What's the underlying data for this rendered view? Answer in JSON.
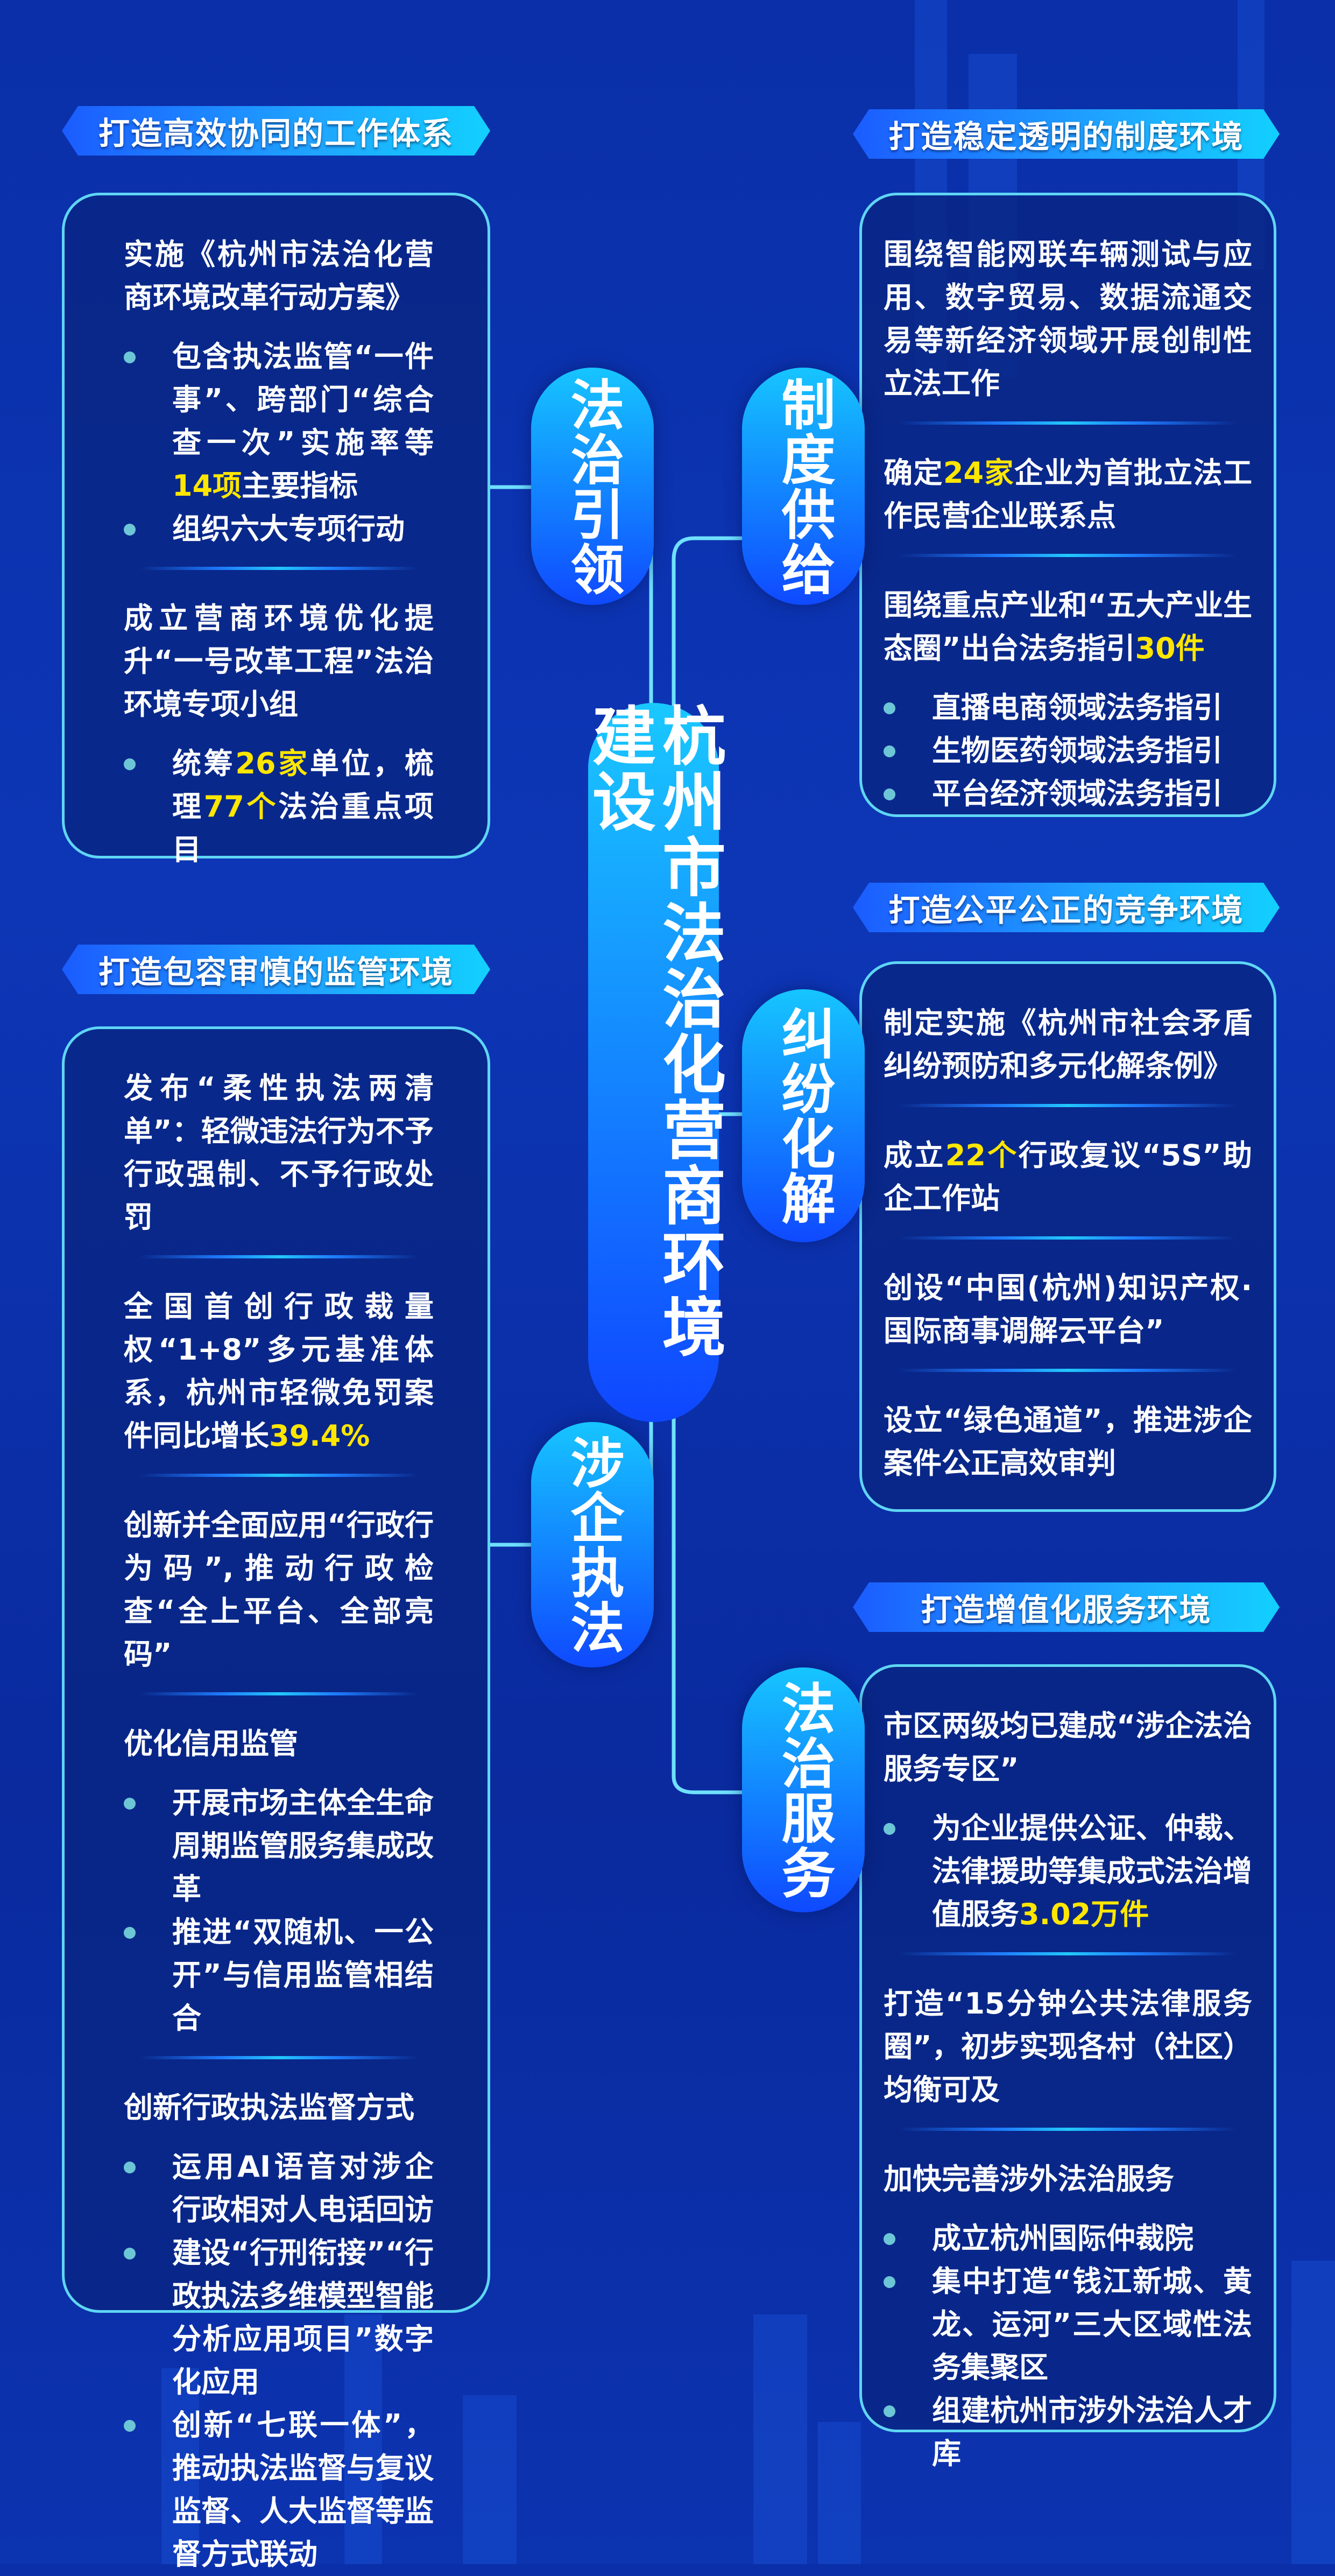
{
  "center_title": "杭州市法治化营商环境建设",
  "pills": {
    "fazhi_yinling": "法治引领",
    "zhidu_gonggei": "制度供给",
    "jiufen_huajie": "纠纷化解",
    "sheqi_zhifa": "涉企执法",
    "fazhi_fuwu": "法治服务"
  },
  "sections": {
    "left_top": {
      "heading": "打造高效协同的工作体系",
      "blocks": [
        {
          "type": "p",
          "segs": [
            {
              "t": "实施《杭州市法治化营商环境改革行动方案》"
            }
          ]
        },
        {
          "type": "ul",
          "items": [
            [
              {
                "t": "包含执法监管“一件事”、跨部门“综合查一次”实施率等"
              },
              {
                "t": "14项",
                "hl": true
              },
              {
                "t": "主要指标"
              }
            ],
            [
              {
                "t": "组织六大专项行动"
              }
            ]
          ]
        },
        {
          "type": "div"
        },
        {
          "type": "p",
          "segs": [
            {
              "t": "成立营商环境优化提升“一号改革工程”法治环境专项小组"
            }
          ]
        },
        {
          "type": "ul",
          "items": [
            [
              {
                "t": "统筹"
              },
              {
                "t": "26家",
                "hl": true
              },
              {
                "t": "单位，梳理"
              },
              {
                "t": "77个",
                "hl": true
              },
              {
                "t": "法治重点项目"
              }
            ]
          ]
        }
      ]
    },
    "left_bottom": {
      "heading": "打造包容审慎的监管环境",
      "blocks": [
        {
          "type": "p",
          "segs": [
            {
              "t": "发布“柔性执法两清单”：轻微违法行为不予行政强制、不予行政处罚"
            }
          ]
        },
        {
          "type": "div"
        },
        {
          "type": "p",
          "segs": [
            {
              "t": "全国首创行政裁量权“1+8”多元基准体系，杭州市轻微免罚案件同比增长"
            },
            {
              "t": "39.4%",
              "hl": true
            }
          ]
        },
        {
          "type": "div"
        },
        {
          "type": "p",
          "segs": [
            {
              "t": "创新并全面应用“行政行为码”,推动行政检查“全上平台、全部亮码”"
            }
          ]
        },
        {
          "type": "div"
        },
        {
          "type": "p",
          "segs": [
            {
              "t": "优化信用监管"
            }
          ]
        },
        {
          "type": "ul",
          "items": [
            [
              {
                "t": "开展市场主体全生命周期监管服务集成改革"
              }
            ],
            [
              {
                "t": "推进“双随机、一公开”与信用监管相结合"
              }
            ]
          ]
        },
        {
          "type": "div"
        },
        {
          "type": "p",
          "segs": [
            {
              "t": "创新行政执法监督方式"
            }
          ]
        },
        {
          "type": "ul",
          "items": [
            [
              {
                "t": "运用AI语音对涉企行政相对人电话回访"
              }
            ],
            [
              {
                "t": "建设“行刑衔接”“行政执法多维模型智能分析应用项目”数字化应用"
              }
            ],
            [
              {
                "t": "创新“七联一体”，推动执法监督与复议监督、人大监督等监督方式联动"
              }
            ]
          ]
        }
      ]
    },
    "right_top": {
      "heading": "打造稳定透明的制度环境",
      "blocks": [
        {
          "type": "p",
          "segs": [
            {
              "t": "围绕智能网联车辆测试与应用、数字贸易、数据流通交易等新经济领域开展创制性立法工作"
            }
          ]
        },
        {
          "type": "div"
        },
        {
          "type": "p",
          "segs": [
            {
              "t": "确定"
            },
            {
              "t": "24家",
              "hl": true
            },
            {
              "t": "企业为首批立法工作民营企业联系点"
            }
          ]
        },
        {
          "type": "div"
        },
        {
          "type": "p",
          "segs": [
            {
              "t": "围绕重点产业和“五大产业生态圈”出台法务指引"
            },
            {
              "t": "30件",
              "hl": true
            }
          ]
        },
        {
          "type": "ul",
          "items": [
            [
              {
                "t": "直播电商领域法务指引"
              }
            ],
            [
              {
                "t": "生物医药领域法务指引"
              }
            ],
            [
              {
                "t": "平台经济领域法务指引"
              }
            ]
          ]
        }
      ]
    },
    "right_middle": {
      "heading": "打造公平公正的竞争环境",
      "blocks": [
        {
          "type": "p",
          "segs": [
            {
              "t": "制定实施《杭州市社会矛盾纠纷预防和多元化解条例》"
            }
          ]
        },
        {
          "type": "div"
        },
        {
          "type": "p",
          "segs": [
            {
              "t": "成立"
            },
            {
              "t": "22个",
              "hl": true
            },
            {
              "t": "行政复议“5S”助企工作站"
            }
          ]
        },
        {
          "type": "div"
        },
        {
          "type": "p",
          "segs": [
            {
              "t": "创设“中国(杭州)知识产权·国际商事调解云平台”"
            }
          ]
        },
        {
          "type": "div"
        },
        {
          "type": "p",
          "segs": [
            {
              "t": "设立“绿色通道”，推进涉企案件公正高效审判"
            }
          ]
        }
      ]
    },
    "right_bottom": {
      "heading": "打造增值化服务环境",
      "blocks": [
        {
          "type": "p",
          "segs": [
            {
              "t": "市区两级均已建成“涉企法治服务专区”"
            }
          ]
        },
        {
          "type": "ul",
          "items": [
            [
              {
                "t": "为企业提供公证、仲裁、法律援助等集成式法治增值服务"
              },
              {
                "t": "3.02万件",
                "hl": true
              }
            ]
          ]
        },
        {
          "type": "div"
        },
        {
          "type": "p",
          "segs": [
            {
              "t": "打造“15分钟公共法律服务圈”，初步实现各村（社区）均衡可及"
            }
          ]
        },
        {
          "type": "div"
        },
        {
          "type": "p",
          "segs": [
            {
              "t": "加快完善涉外法治服务"
            }
          ]
        },
        {
          "type": "ul",
          "items": [
            [
              {
                "t": "成立杭州国际仲裁院"
              }
            ],
            [
              {
                "t": "集中打造“钱江新城、黄龙、运河”三大区域性法务集聚区"
              }
            ],
            [
              {
                "t": "组建杭州市涉外法治人才库"
              }
            ]
          ]
        }
      ]
    }
  }
}
